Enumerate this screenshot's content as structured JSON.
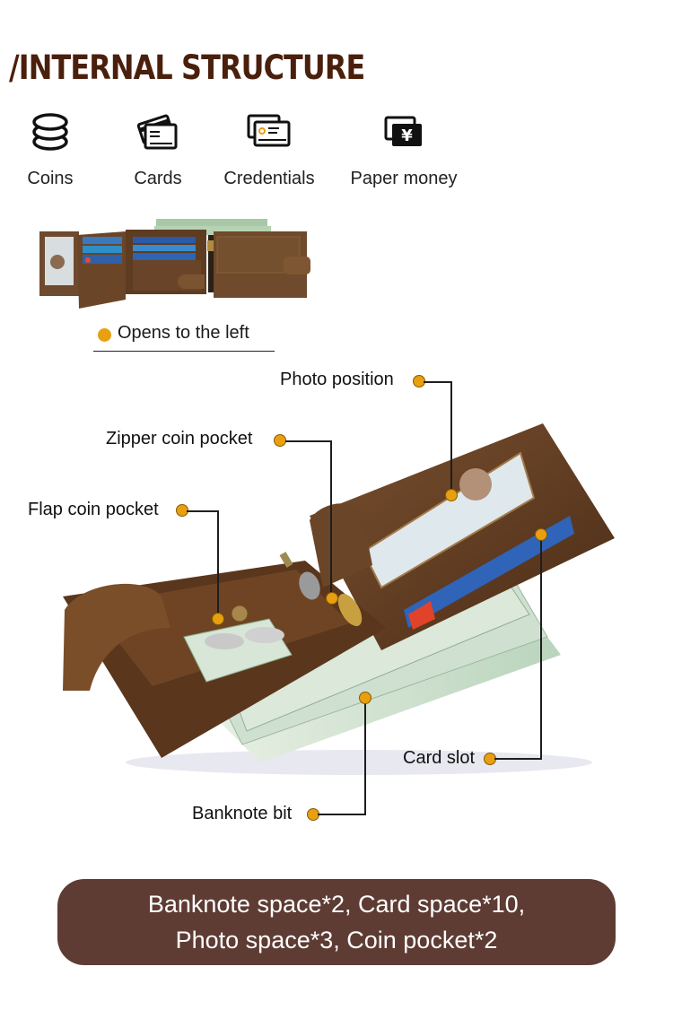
{
  "header": {
    "title": "/INTERNAL STRUCTURE"
  },
  "features": [
    {
      "icon": "coins-icon",
      "label": "Coins"
    },
    {
      "icon": "cards-icon",
      "label": "Cards"
    },
    {
      "icon": "credentials-icon",
      "label": "Credentials"
    },
    {
      "icon": "paper-money-icon",
      "label": "Paper money"
    }
  ],
  "opening": {
    "label": "Opens to the left"
  },
  "callouts": {
    "photo_position": "Photo position",
    "zipper_coin_pocket": "Zipper coin pocket",
    "flap_coin_pocket": "Flap coin pocket",
    "card_slot": "Card slot",
    "banknote_bit": "Banknote bit"
  },
  "summary": {
    "line1": "Banknote space*2, Card space*10,",
    "line2": "Photo space*3, Coin pocket*2"
  },
  "colors": {
    "title": "#4a1f0c",
    "accent_dot": "#e8a010",
    "summary_bg": "#5e3c34",
    "leather": "#6b4426"
  }
}
